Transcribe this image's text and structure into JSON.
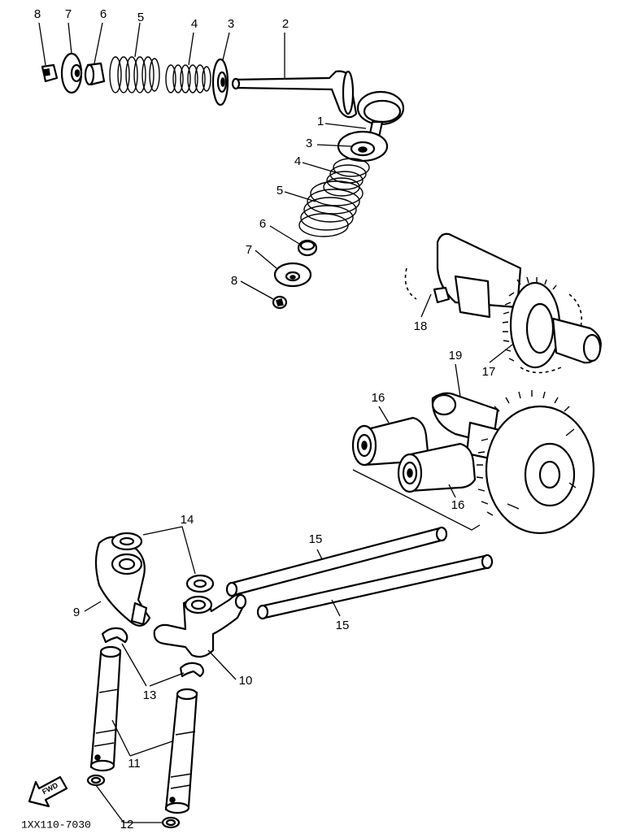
{
  "labels": {
    "n1": "1",
    "n2": "2",
    "n3": "3",
    "n4": "4",
    "n5": "5",
    "n6": "6",
    "n7": "7",
    "n8": "8",
    "n9": "9",
    "n10": "10",
    "n11": "11",
    "n12": "12",
    "n13": "13",
    "n14": "14",
    "n15": "15",
    "n16": "16",
    "n17": "17",
    "n18": "18",
    "n19": "19"
  },
  "diagram_code": "1XX110-7030",
  "fwd_mark": "FWD",
  "colors": {
    "ink": "#000000",
    "paper": "#ffffff"
  }
}
